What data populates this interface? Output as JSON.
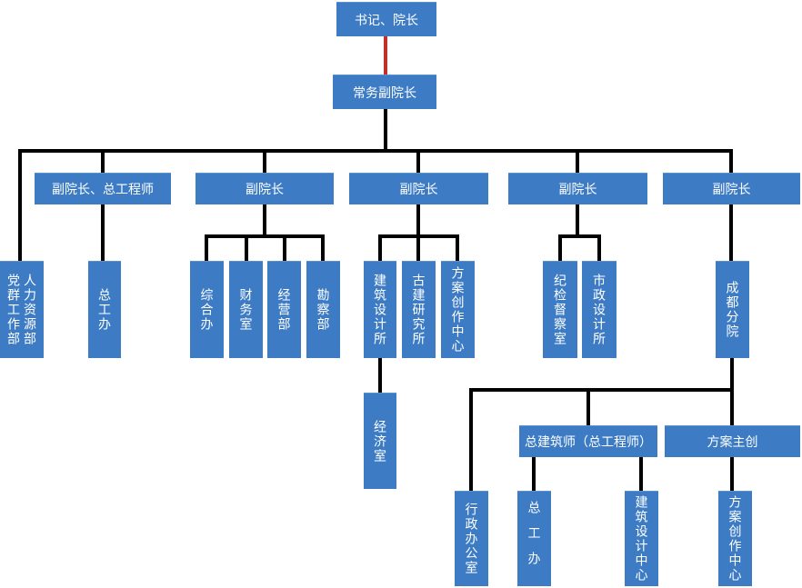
{
  "diagram": {
    "type": "org-chart",
    "colors": {
      "node_fill": "#3D7CC4",
      "node_text": "#FFFFFF",
      "connector": "#000000",
      "top_connector": "#C23129"
    },
    "nodes": {
      "president": "书记、院长",
      "executive_vp": "常务副院长",
      "vp_chief_engineer": "副院长、总工程师",
      "vp_1": "副院长",
      "vp_2": "副院长",
      "vp_3": "副院长",
      "vp_4": "副院长",
      "party_mass_dept": "党群工作部",
      "hr_dept": "人力资源部",
      "chief_engineer_office": "总工办",
      "general_office": "综合办",
      "finance_office": "财务室",
      "operations_dept": "经营部",
      "survey_dept": "勘察部",
      "architectural_design_institute": "建筑设计所",
      "ancient_architecture_institute": "古建研究所",
      "scheme_creation_center": "方案创作中心",
      "discipline_inspection_office": "纪检督察室",
      "municipal_design_institute": "市政设计所",
      "chengdu_branch": "成都分院",
      "economics_office": "经济室",
      "chief_architect": "总建筑师（总工程师）",
      "scheme_lead": "方案主创",
      "admin_office": "行政办公室",
      "branch_chief_engineer_office": "总工办",
      "architectural_design_center": "建筑设计中心",
      "branch_scheme_creation_center": "方案创作中心"
    }
  }
}
